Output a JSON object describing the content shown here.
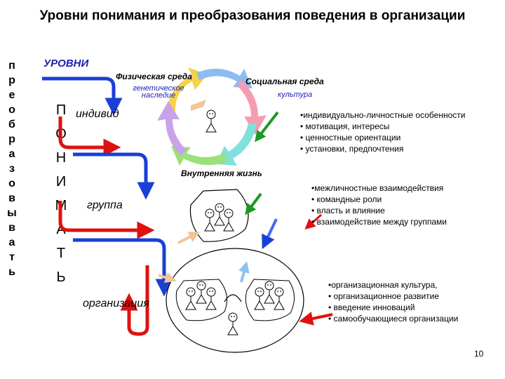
{
  "title": "Уровни понимания и преобразования поведения в организации",
  "vertical_word": [
    "п",
    "р",
    "е",
    "о",
    "б",
    "р",
    "а",
    "з",
    "о",
    "в",
    "ы",
    "в",
    "а",
    "т",
    "ь"
  ],
  "levels_label": "УРОВНИ",
  "understand_letters": [
    "П",
    "О",
    "Н",
    "И",
    "М",
    "А",
    "Т",
    "Ь"
  ],
  "level_labels": {
    "individual": "индивид",
    "group": "группа",
    "organization": "организация"
  },
  "cycle_labels": {
    "physical": "Физическая среда",
    "genetic": "генетическое наследие",
    "social": "Социальная среда",
    "culture": "культура",
    "inner": "Внутренняя жизнь"
  },
  "individual_points": [
    "•индивидуально-личностные особенности",
    "• мотивация, интересы",
    "• ценностные ориентации",
    "• установки, предпочтения"
  ],
  "group_points": [
    "•межличностные взаимодействия",
    "• командные роли",
    "• власть и влияние",
    "• взаимодействие между группами"
  ],
  "org_points": [
    "•организационная культура,",
    "• организационное развитие",
    "• введение инноваций",
    "• самообучающиеся организации"
  ],
  "page_number": "10",
  "colors": {
    "arrow_blue": "#1a3fd6",
    "arrow_red": "#e01010",
    "arrow_green": "#1a9a22",
    "arrow_lightblue": "#8ec2ee",
    "arrow_peach": "#f2c49a"
  }
}
